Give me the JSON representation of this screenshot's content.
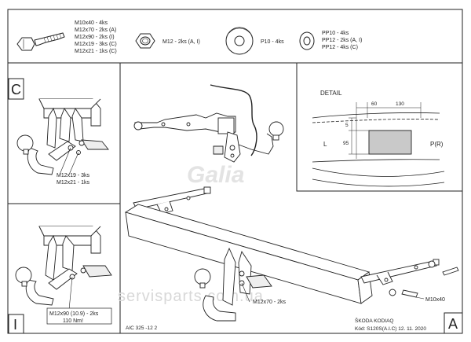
{
  "hardware": {
    "bolt": {
      "lines": [
        "M10x40 - 4ks",
        "M12x70 - 2ks (A)",
        "M12x90 - 2ks (I)",
        "M12x19 - 3ks (C)",
        "M12x21 - 1ks (C)"
      ]
    },
    "nut": {
      "lines": [
        "M12 - 2ks (A, I)"
      ]
    },
    "washer_large": {
      "lines": [
        "P10 - 4ks"
      ]
    },
    "washer_small": {
      "lines": [
        "PP10 - 4ks",
        "PP12 - 2ks (A, I)",
        "PP12 - 4ks (C)"
      ]
    }
  },
  "panels": {
    "c": {
      "letter": "C",
      "label1": "M12x19 - 3ks",
      "label2": "M12x21 - 1ks"
    },
    "i": {
      "letter": "I",
      "label1": "M12x90 (10.9) - 2ks",
      "label2": "110 Nm!"
    },
    "a": {
      "letter": "A",
      "label_m12x70": "M12x70 - 2ks",
      "label_m10x40": "M10x40"
    }
  },
  "detail": {
    "title": "DETAIL",
    "dim_60": "60",
    "dim_130": "130",
    "dim_5": "5",
    "dim_95": "95",
    "side_l": "L",
    "side_pr": "P(R)"
  },
  "footer": {
    "code": "AIC 325 -12 2",
    "model": "ŠKODA KODIAQ",
    "kod_date": "Kód: S120S(A.I.C)   12. 11. 2020"
  },
  "brand": {
    "logo": "Galia",
    "watermark": "servisparts.com.ua"
  }
}
